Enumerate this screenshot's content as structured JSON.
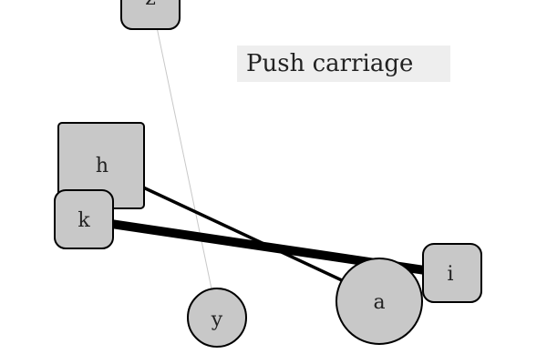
{
  "caption": {
    "text": "Push carriage"
  },
  "colors": {
    "background": "#ffffff",
    "node_fill": "#c8c8c8",
    "node_stroke": "#000000",
    "edge": "#000000",
    "thin_edge": "#c8c8c8",
    "caption_background": "#eeeeee"
  },
  "nodes": [
    {
      "id": "z",
      "label": "z",
      "shape": "rounded-square"
    },
    {
      "id": "h",
      "label": "h",
      "shape": "rounded-square"
    },
    {
      "id": "k",
      "label": "k",
      "shape": "rounded-square"
    },
    {
      "id": "i",
      "label": "i",
      "shape": "rounded-square"
    },
    {
      "id": "a",
      "label": "a",
      "shape": "circle"
    },
    {
      "id": "y",
      "label": "y",
      "shape": "circle"
    }
  ],
  "edges": [
    {
      "from": "z",
      "to": "y",
      "weight": "thin"
    },
    {
      "from": "h",
      "to": "a",
      "weight": "medium"
    },
    {
      "from": "k",
      "to": "i",
      "weight": "heavy"
    }
  ]
}
